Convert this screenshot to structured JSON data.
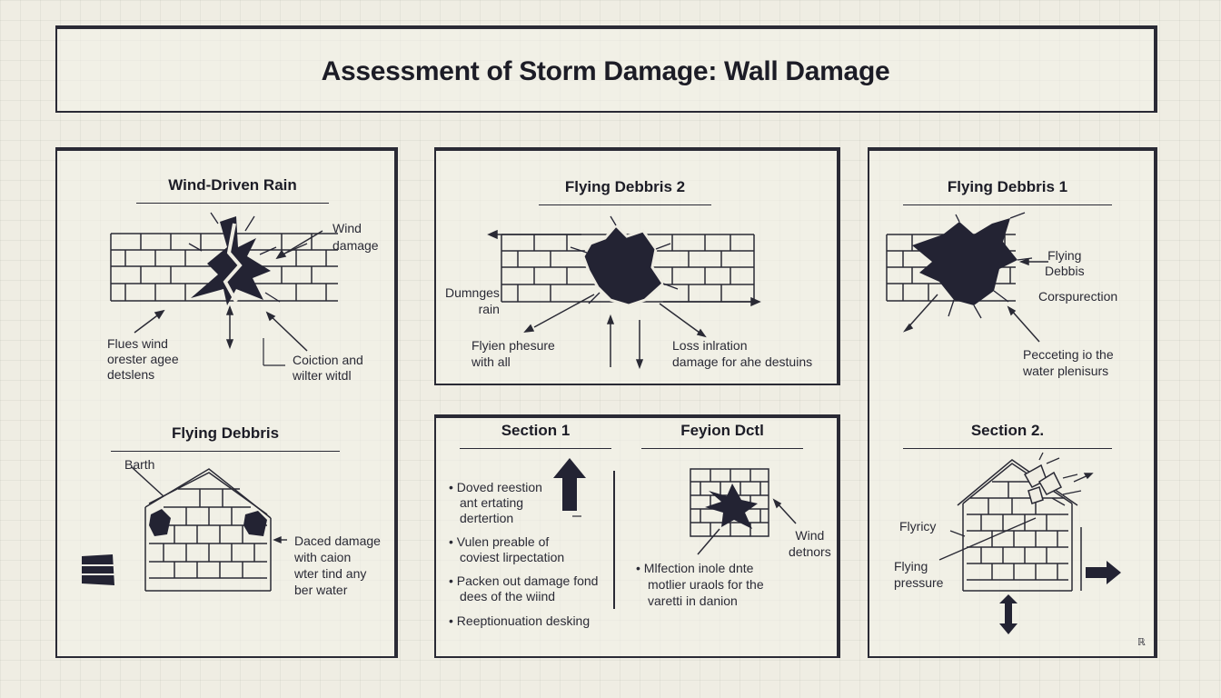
{
  "title": "Assessment of Storm Damage: Wall Damage",
  "panel_left": {
    "heading_top": "Wind-Driven Rain",
    "label_wind_damage": [
      "Wind",
      "damage"
    ],
    "label_flues": [
      "Flues wind",
      "orester agee",
      "detslens"
    ],
    "label_coiction": [
      "Coiction and",
      "wilter witdl"
    ],
    "heading_bottom": "Flying Debbris",
    "label_barth": "Barth",
    "label_daced": [
      "Daced damage",
      "with caion",
      "wter tind any",
      "ber water"
    ]
  },
  "panel_mid_top": {
    "heading": "Flying Debbris 2",
    "label_dumnges": [
      "Dumnges",
      "rain"
    ],
    "label_flyien": [
      "Flyien phesure",
      "with all"
    ],
    "label_loss": [
      "Loss inlration",
      "damage for ahe destuins"
    ]
  },
  "panel_mid_bottom": {
    "heading_left": "Section 1",
    "heading_right": "Feyion Dctl",
    "bullets": [
      [
        "Doved reestion",
        "ant ertating",
        "dertertion"
      ],
      [
        "Vulen preable of",
        "coviest lirpectation"
      ],
      [
        "Packen out damage fond",
        "dees of the wiind"
      ],
      [
        "Reeptionuation desking"
      ]
    ],
    "label_wind_detnors": [
      "Wind",
      "detnors"
    ],
    "label_mifection": [
      "Mlfection inole dnte",
      "motlier uraols for the",
      "varetti in danion"
    ]
  },
  "panel_right": {
    "heading_top": "Flying Debbris 1",
    "label_flying_debbis": [
      "Flying",
      "Debbis"
    ],
    "label_corspurection": "Corspurection",
    "label_pecceting": [
      "Pecceting io the",
      "water plenisurs"
    ],
    "heading_bottom": "Section 2.",
    "label_flyricy": "Flyricy",
    "label_flying_pressure": [
      "Flying",
      "pressure"
    ],
    "corner_mark": "ℝ"
  }
}
